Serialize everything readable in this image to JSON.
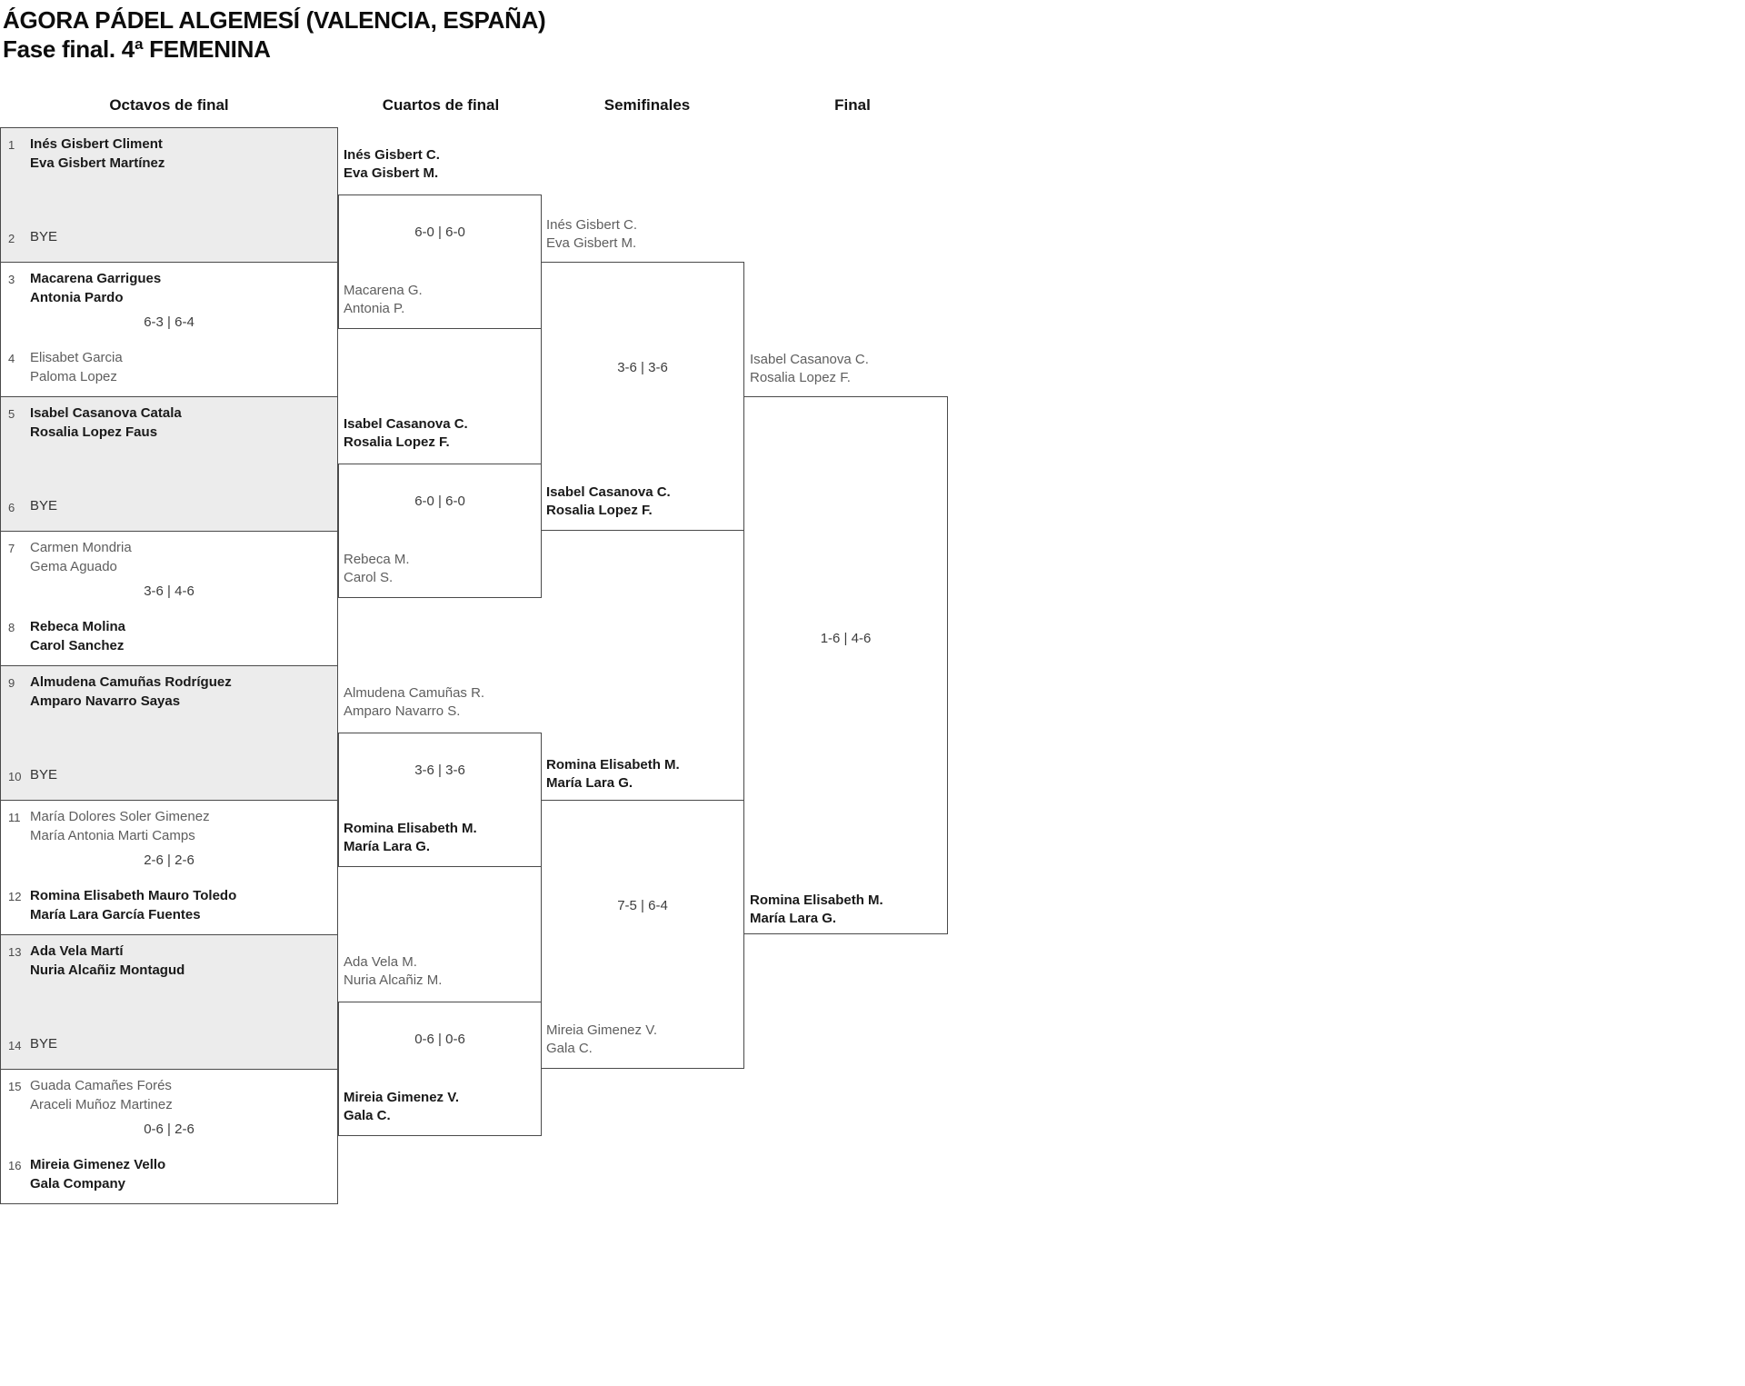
{
  "page": {
    "title": "ÁGORA PÁDEL ALGEMESÍ (VALENCIA, ESPAÑA)",
    "subtitle": "Fase final. 4ª FEMENINA"
  },
  "rounds": [
    {
      "label": "Octavos de final"
    },
    {
      "label": "Cuartos de final"
    },
    {
      "label": "Semifinales"
    },
    {
      "label": "Final"
    }
  ],
  "colors": {
    "background": "#ffffff",
    "shaded_box": "#ececec",
    "border": "#4a4a4a",
    "winner_text": "#1a1a1a",
    "loser_text": "#5e5e5e",
    "score_text": "#3c3c3c"
  },
  "octavos": [
    {
      "seed_top": "1",
      "team_top": [
        "Inés Gisbert Climent",
        "Eva Gisbert Martínez"
      ],
      "seed_bottom": "2",
      "bye": "BYE",
      "score": ""
    },
    {
      "seed_top": "3",
      "team_top": [
        "Macarena Garrigues",
        "Antonia Pardo"
      ],
      "seed_bottom": "4",
      "team_bottom": [
        "Elisabet Garcia",
        "Paloma Lopez"
      ],
      "score": "6-3 | 6-4"
    },
    {
      "seed_top": "5",
      "team_top": [
        "Isabel Casanova Catala",
        "Rosalia Lopez Faus"
      ],
      "seed_bottom": "6",
      "bye": "BYE",
      "score": ""
    },
    {
      "seed_top": "7",
      "team_top": [
        "Carmen Mondria",
        "Gema Aguado"
      ],
      "seed_bottom": "8",
      "team_bottom": [
        "Rebeca Molina",
        "Carol Sanchez"
      ],
      "score": "3-6 | 4-6"
    },
    {
      "seed_top": "9",
      "team_top": [
        "Almudena Camuñas Rodríguez",
        "Amparo Navarro Sayas"
      ],
      "seed_bottom": "10",
      "bye": "BYE",
      "score": ""
    },
    {
      "seed_top": "11",
      "team_top": [
        "María Dolores Soler Gimenez",
        "María Antonia Marti Camps"
      ],
      "seed_bottom": "12",
      "team_bottom": [
        "Romina Elisabeth Mauro Toledo",
        "María Lara García Fuentes"
      ],
      "score": "2-6 | 2-6"
    },
    {
      "seed_top": "13",
      "team_top": [
        "Ada Vela Martí",
        "Nuria Alcañiz Montagud"
      ],
      "seed_bottom": "14",
      "bye": "BYE",
      "score": ""
    },
    {
      "seed_top": "15",
      "team_top": [
        "Guada Camañes Forés",
        "Araceli Muñoz Martinez"
      ],
      "seed_bottom": "16",
      "team_bottom": [
        "Mireia Gimenez Vello",
        "Gala Company"
      ],
      "score": "0-6 | 2-6"
    }
  ],
  "cuartos": [
    {
      "team_top": [
        "Inés Gisbert C.",
        "Eva Gisbert M."
      ],
      "team_bottom": [
        "Macarena G.",
        "Antonia P."
      ],
      "score": "6-0 | 6-0"
    },
    {
      "team_top": [
        "Isabel Casanova C.",
        "Rosalia Lopez F."
      ],
      "team_bottom": [
        "Rebeca M.",
        "Carol S."
      ],
      "score": "6-0 | 6-0"
    },
    {
      "team_top": [
        "Almudena Camuñas R.",
        "Amparo Navarro S."
      ],
      "team_bottom": [
        "Romina Elisabeth M.",
        "María Lara G."
      ],
      "score": "3-6 | 3-6"
    },
    {
      "team_top": [
        "Ada Vela M.",
        "Nuria Alcañiz M."
      ],
      "team_bottom": [
        "Mireia Gimenez V.",
        "Gala C."
      ],
      "score": "0-6 | 0-6"
    }
  ],
  "semifinales": [
    {
      "team_top": [
        "Inés Gisbert C.",
        "Eva Gisbert M."
      ],
      "team_bottom": [
        "Isabel Casanova C.",
        "Rosalia Lopez F."
      ],
      "score": "3-6 | 3-6"
    },
    {
      "team_top": [
        "Romina Elisabeth M.",
        "María Lara G."
      ],
      "team_bottom": [
        "Mireia Gimenez V.",
        "Gala C."
      ],
      "score": "7-5 | 6-4"
    }
  ],
  "final": {
    "team_top": [
      "Isabel Casanova C.",
      "Rosalia Lopez F."
    ],
    "team_bottom": [
      "Romina Elisabeth M.",
      "María Lara G."
    ],
    "score": "1-6 | 4-6"
  }
}
